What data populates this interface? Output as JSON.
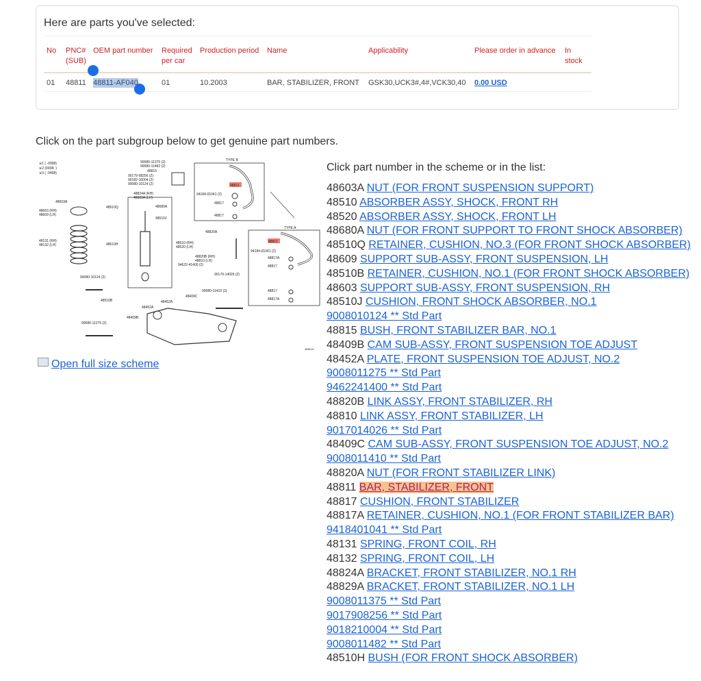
{
  "selected": {
    "title": "Here are parts you've selected:",
    "columns": [
      "No",
      "PNC#\n(SUB)",
      "OEM part number",
      "Required\nper car",
      "Production period",
      "Name",
      "Applicability",
      "Please order in advance",
      "In stock"
    ],
    "rows": [
      {
        "no": "01",
        "pnc": "48811",
        "oem": "48811-AF040",
        "required": "01",
        "period": "10.2003",
        "name": "BAR, STABILIZER, FRONT",
        "applicability": "GSK30,UCK3#,4#,VCK30,40",
        "price": "0.00 USD",
        "stock": ""
      }
    ]
  },
  "intro": "Click on the part subgroup below to get genuine part numbers.",
  "scheme": {
    "open_link": "Open full size scheme",
    "labels": {
      "legend1": "※1 (    -0008)",
      "legend2": "※2 (0008-    )",
      "legend3": "※3 (    -0408)",
      "typeb": "TYPE B",
      "typea": "TYPE A",
      "l48603A": "48603A",
      "l48603": "48603 (RH)",
      "l48609": "48609 (LH)",
      "l48131": "48131 (RH)",
      "l48132": "48132 (LH)",
      "l48510Q": "48510Q",
      "l48680A": "48680A",
      "l48510J": "48510J",
      "l48510H": "48510H",
      "l48510RH": "48510 (RH)",
      "l48520LH": "48520 (LH)",
      "l48815": "48815",
      "l48824A": "48824A (RH)",
      "l48829A": "48829A (LH)",
      "l48811a": "48811",
      "l48811b": "48811",
      "l48817": "48817",
      "l48817A": "48817A",
      "l48820A": "48820A",
      "l48820B": "48820B (RH)",
      "l48810": "48810 (LH)",
      "l48409B": "48409B",
      "l48409C": "48409C",
      "l48452A": "48452A",
      "l48510B": "48510B",
      "std1": "90080-11375 (2)",
      "std2": "90080-11482 (2)",
      "std3": "90179-08256 (2)",
      "std4": "90182-10004 (2)",
      "std5": "90080-10124 (2)",
      "std6": "90080-11275 (2)",
      "std7": "94184-01041 (2)",
      "std8": "90179-14026 (2)",
      "std9": "90080-11410 (2)",
      "std10": "94622-41400 (2)",
      "code": "48811A"
    }
  },
  "list": {
    "heading": "Click part number in the scheme or in the list:",
    "items": [
      {
        "code": "48603A",
        "text": "NUT (FOR FRONT SUSPENSION SUPPORT)"
      },
      {
        "code": "48510",
        "text": "ABSORBER ASSY, SHOCK, FRONT RH"
      },
      {
        "code": "48520",
        "text": "ABSORBER ASSY, SHOCK, FRONT LH"
      },
      {
        "code": "48680A",
        "text": "NUT (FOR FRONT SUPPORT TO FRONT SHOCK ABSORBER)"
      },
      {
        "code": "48510Q",
        "text": "RETAINER, CUSHION, NO.3 (FOR FRONT SHOCK ABSORBER)"
      },
      {
        "code": "48609",
        "text": "SUPPORT SUB-ASSY, FRONT SUSPENSION, LH"
      },
      {
        "code": "48510B",
        "text": "RETAINER, CUSHION, NO.1 (FOR FRONT SHOCK ABSORBER)"
      },
      {
        "code": "48603",
        "text": "SUPPORT SUB-ASSY, FRONT SUSPENSION, RH"
      },
      {
        "code": "48510J",
        "text": "CUSHION, FRONT SHOCK ABSORBER, NO.1"
      },
      {
        "code": "",
        "text": "9008010124 ** Std Part"
      },
      {
        "code": "48815",
        "text": "BUSH, FRONT STABILIZER BAR, NO.1"
      },
      {
        "code": "48409B",
        "text": "CAM SUB-ASSY, FRONT SUSPENSION TOE ADJUST"
      },
      {
        "code": "48452A",
        "text": "PLATE, FRONT SUSPENSION TOE ADJUST, NO.2"
      },
      {
        "code": "",
        "text": "9008011275 ** Std Part"
      },
      {
        "code": "",
        "text": "9462241400 ** Std Part"
      },
      {
        "code": "48820B",
        "text": "LINK ASSY, FRONT STABILIZER, RH"
      },
      {
        "code": "48810",
        "text": "LINK ASSY, FRONT STABILIZER, LH"
      },
      {
        "code": "",
        "text": "9017014026 ** Std Part"
      },
      {
        "code": "48409C",
        "text": "CAM SUB-ASSY, FRONT SUSPENSION TOE ADJUST, NO.2"
      },
      {
        "code": "",
        "text": "9008011410 ** Std Part"
      },
      {
        "code": "48820A",
        "text": "NUT (FOR FRONT STABILIZER LINK)"
      },
      {
        "code": "48811",
        "text": "BAR, STABILIZER, FRONT",
        "highlight": true
      },
      {
        "code": "48817",
        "text": "CUSHION, FRONT STABILIZER"
      },
      {
        "code": "48817A",
        "text": "RETAINER, CUSHION, NO.1 (FOR FRONT STABILIZER BAR)"
      },
      {
        "code": "",
        "text": "9418401041 ** Std Part"
      },
      {
        "code": "48131",
        "text": "SPRING, FRONT COIL, RH"
      },
      {
        "code": "48132",
        "text": "SPRING, FRONT COIL, LH"
      },
      {
        "code": "48824A",
        "text": "BRACKET, FRONT STABILIZER, NO.1 RH"
      },
      {
        "code": "48829A",
        "text": "BRACKET, FRONT STABILIZER, NO.1 LH"
      },
      {
        "code": "",
        "text": "9008011375 ** Std Part"
      },
      {
        "code": "",
        "text": "9017908256 ** Std Part"
      },
      {
        "code": "",
        "text": "9018210004 ** Std Part"
      },
      {
        "code": "",
        "text": "9008011482 ** Std Part"
      },
      {
        "code": "48510H",
        "text": "BUSH (FOR FRONT SHOCK ABSORBER)"
      }
    ]
  }
}
